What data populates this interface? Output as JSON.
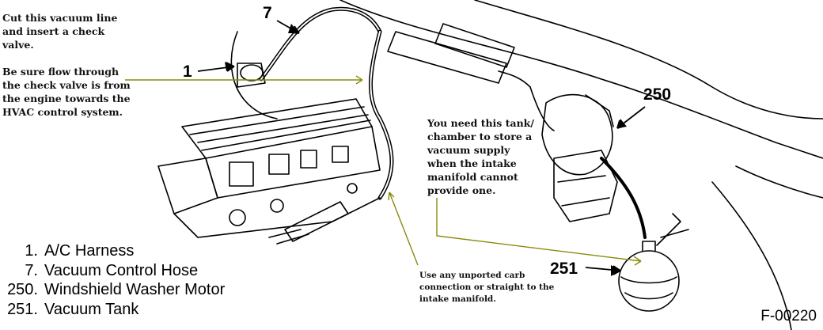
{
  "notes": {
    "cut_line": [
      "Cut this vacuum line",
      "and insert a check",
      "valve."
    ],
    "flow": [
      "Be sure flow through",
      "the check valve is from",
      "the engine towards the",
      "HVAC control system."
    ],
    "tank": [
      "You need this tank/",
      "chamber to store a",
      "vacuum supply",
      "when the intake",
      "manifold cannot",
      "provide one."
    ],
    "carb": [
      "Use any unported carb",
      "connection or straight to the",
      "intake manifold."
    ]
  },
  "callouts": {
    "c1": "1",
    "c7": "7",
    "c250": "250",
    "c251": "251"
  },
  "legend": [
    {
      "num": "1.",
      "label": "A/C Harness"
    },
    {
      "num": "7.",
      "label": "Vacuum Control Hose"
    },
    {
      "num": "250.",
      "label": "Windshield Washer Motor"
    },
    {
      "num": "251.",
      "label": "Vacuum Tank"
    }
  ],
  "figure_id": "F-00220",
  "colors": {
    "annotation_arrow": "#8a8a10",
    "line_art": "#000000"
  }
}
